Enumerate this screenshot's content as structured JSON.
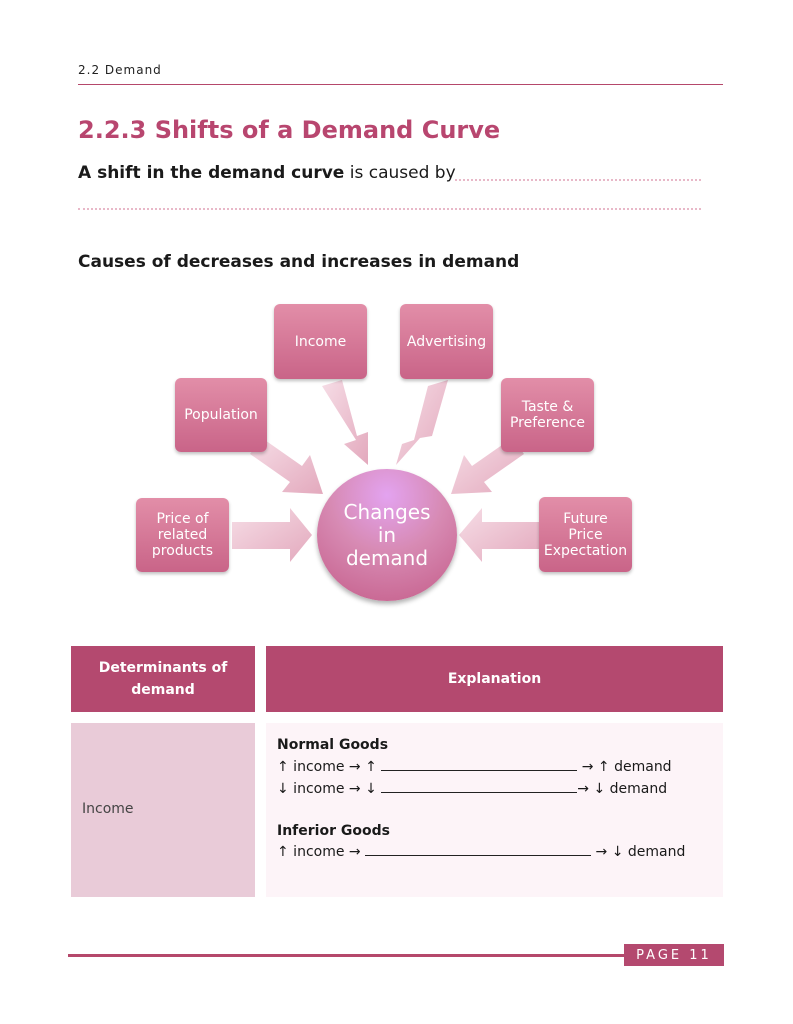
{
  "header": {
    "running_head": "2.2 Demand"
  },
  "section": {
    "title": "2.2.3 Shifts of a Demand Curve",
    "lead_bold": "A shift in the demand curve",
    "lead_rest": " is caused by",
    "subheading": "Causes of decreases and increases in demand"
  },
  "diagram": {
    "center": [
      "Changes",
      "in",
      "demand"
    ],
    "nodes": {
      "price_related": [
        "Price of",
        "related",
        "products"
      ],
      "population": [
        "Population"
      ],
      "income": [
        "Income"
      ],
      "advertising": [
        "Advertising"
      ],
      "taste": [
        "Taste &",
        "Preference"
      ],
      "future": [
        "Future",
        "Price",
        "Expectation"
      ]
    }
  },
  "table": {
    "col1_header": [
      "Determinants of",
      "demand"
    ],
    "col2_header": "Explanation",
    "row": {
      "determinant": "Income",
      "normal_title": "Normal Goods",
      "normal_line1_a": "↑ income → ↑",
      "normal_line1_b": "→ ↑ demand",
      "normal_line2_a": "↓ income → ↓",
      "normal_line2_b": "→ ↓ demand",
      "inferior_title": "Inferior Goods",
      "inferior_line_a": "↑ income →",
      "inferior_line_b": "→ ↓ demand"
    }
  },
  "footer": {
    "page_label": "PAGE 11"
  },
  "colors": {
    "accent": "#b4496f",
    "node": "#d4769a",
    "cell_left": "#e9cbd8",
    "cell_right": "#fdf4f8"
  }
}
